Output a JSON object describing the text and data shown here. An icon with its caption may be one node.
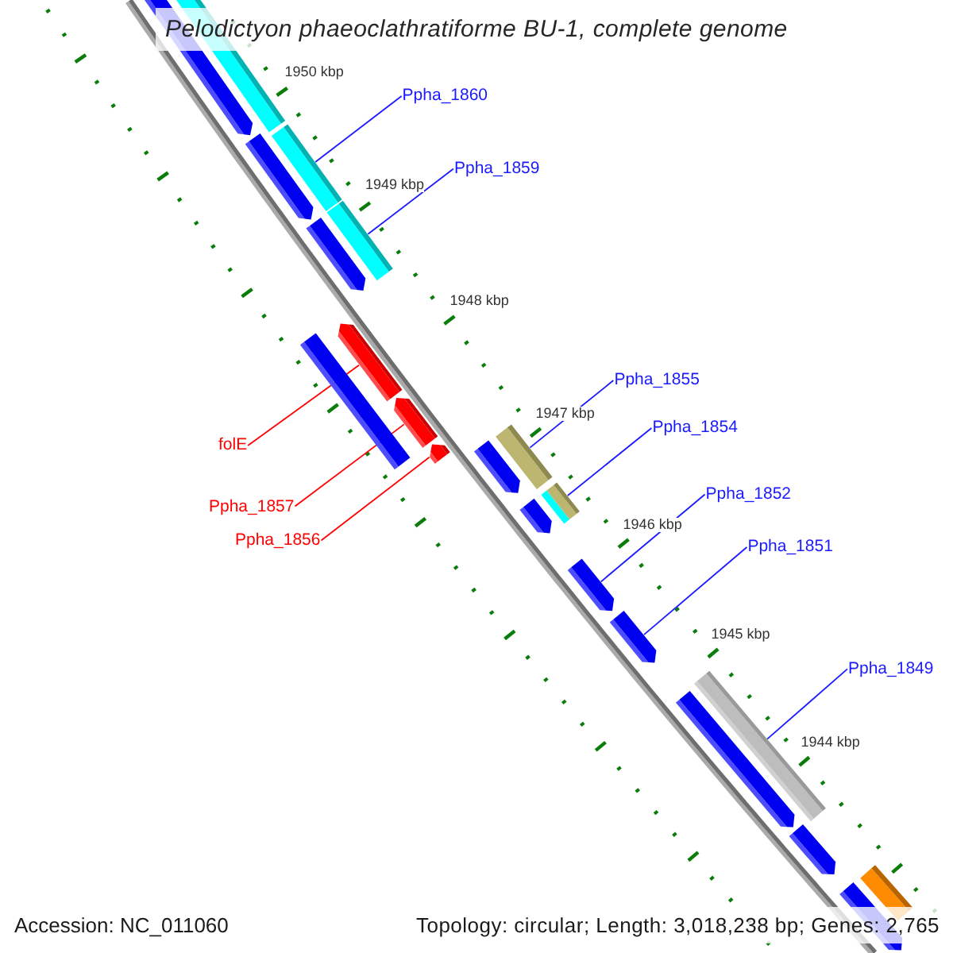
{
  "diagram": {
    "title": "Pelodictyon phaeoclathratiforme BU-1, complete genome",
    "nodes": [
      {
        "text": [
          "Ppha_1860"
        ]
      },
      {
        "text": [
          "Ppha_1859"
        ]
      },
      {
        "text": [
          "Ppha_1855"
        ]
      },
      {
        "text": [
          "Ppha_1854"
        ]
      },
      {
        "text": [
          "folE"
        ]
      },
      {
        "text": [
          "Ppha_1852"
        ]
      },
      {
        "text": [
          "Ppha_1857"
        ]
      },
      {
        "text": [
          "Ppha_1856"
        ]
      },
      {
        "text": [
          "Ppha_1851"
        ]
      },
      {
        "text": [
          "Ppha_1849"
        ]
      },
      {
        "text": [],
        "shape": "bar"
      },
      {
        "text": [],
        "shape": "bar"
      },
      {
        "text": [],
        "shape": "bar"
      },
      {
        "text": [],
        "shape": "bar"
      },
      {
        "text": [],
        "shape": "bar"
      },
      {
        "text": [],
        "shape": "bar"
      },
      {
        "text": [],
        "shape": "bar"
      },
      {
        "text": [],
        "shape": "bar"
      },
      {
        "text": [],
        "shape": "bar"
      },
      {
        "text": [],
        "shape": "bar"
      },
      {
        "text": [],
        "shape": "bar"
      },
      {
        "text": [],
        "shape": "bar"
      },
      {
        "text": [],
        "shape": "bar"
      },
      {
        "text": [],
        "shape": "bar"
      },
      {
        "text": [],
        "shape": "bar"
      },
      {
        "text": [],
        "shape": "bar"
      },
      {
        "text": [],
        "shape": "bar"
      },
      {
        "text": [],
        "shape": "bar"
      },
      {
        "text": [],
        "shape": "bar"
      },
      {
        "text": [],
        "shape": "bar"
      },
      {
        "text": [],
        "shape": "bar"
      }
    ],
    "edges": [
      {
        "from": 0,
        "to": 13,
        "arrow": "none"
      },
      {
        "from": 1,
        "to": 15,
        "arrow": "none"
      },
      {
        "from": 2,
        "to": 21,
        "arrow": "none"
      },
      {
        "from": 3,
        "to": 23,
        "arrow": "none"
      },
      {
        "from": 4,
        "to": 17,
        "arrow": "none",
        "color": "#ff0000"
      },
      {
        "from": 5,
        "to": 24,
        "arrow": "none"
      },
      {
        "from": 6,
        "to": 18,
        "arrow": "none",
        "color": "#ff0000"
      },
      {
        "from": 7,
        "to": 19,
        "arrow": "none",
        "color": "#ff0000"
      },
      {
        "from": 8,
        "to": 25,
        "arrow": "none"
      },
      {
        "from": 9,
        "to": 27,
        "arrow": "none"
      }
    ],
    "labels": [
      "1950 kbp",
      "1949 kbp",
      "1948 kbp",
      "1947 kbp",
      "1946 kbp",
      "1945 kbp",
      "1944 kbp",
      "Accession: NC_011060",
      "Topology: circular; Length: 3,018,238 bp; Genes: 2,765"
    ]
  }
}
